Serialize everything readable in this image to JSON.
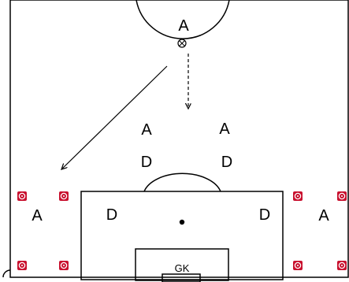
{
  "diagram": {
    "colors": {
      "background": "#ffffff",
      "lines": "#000000",
      "cone_fill": "#c8102e",
      "cone_ring": "#ffffff"
    },
    "labels": {
      "attacker_top": "A",
      "attacker_mid_left": "A",
      "attacker_mid_right": "A",
      "defender_mid_left": "D",
      "defender_mid_right": "D",
      "attacker_left_wing": "A",
      "defender_left_box": "D",
      "defender_right_box": "D",
      "attacker_right_wing": "A",
      "goalkeeper": "GK"
    },
    "icons": {
      "ball": "ball-icon",
      "cone": "cone-marker-icon"
    }
  }
}
